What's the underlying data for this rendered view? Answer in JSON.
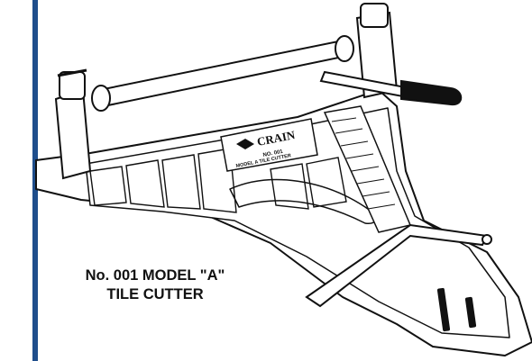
{
  "caption": {
    "line1": "No. 001 MODEL \"A\"",
    "line2": "TILE CUTTER"
  },
  "plate": {
    "brand": "CRAIN",
    "model_no": "NO. 001",
    "model_name": "MODEL A TILE CUTTER"
  },
  "colors": {
    "accent_bar": "#1f4e8c",
    "ink": "#111111",
    "paper": "#ffffff"
  },
  "icons": [
    "crain-logo-icon"
  ]
}
